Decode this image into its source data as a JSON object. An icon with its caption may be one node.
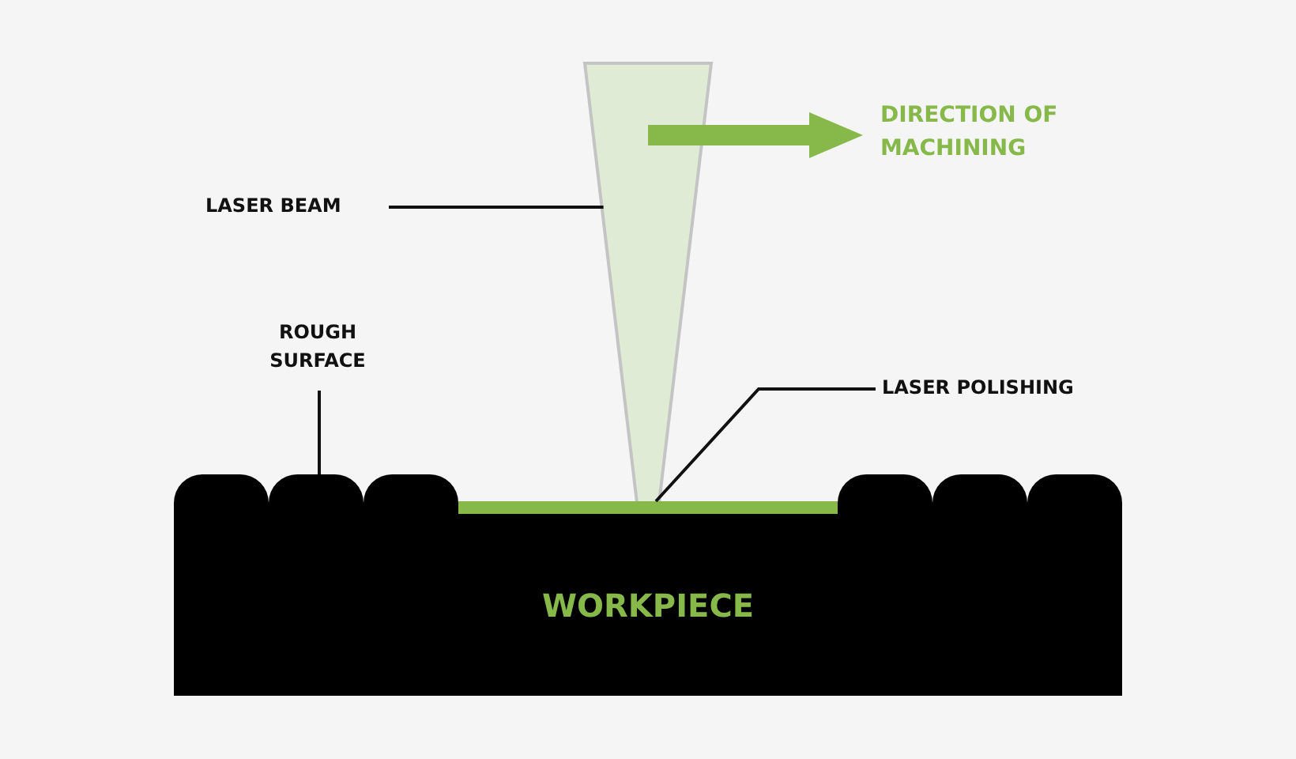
{
  "diagram": {
    "nodes": [
      {
        "text": [
          "LASER BEAM"
        ]
      },
      {
        "text": [],
        "shape": "triangle"
      },
      {
        "text": [
          "ROUGH SURFACE"
        ]
      },
      {
        "text": [],
        "shape": "bump"
      },
      {
        "text": [],
        "shape": "bump"
      },
      {
        "text": [],
        "shape": "bump"
      },
      {
        "text": [],
        "shape": "bump"
      },
      {
        "text": [],
        "shape": "bump"
      },
      {
        "text": [],
        "shape": "bump"
      },
      {
        "text": [
          "LASER POLISHING"
        ]
      },
      {
        "text": [],
        "shape": "bar"
      },
      {
        "text": [
          "WORKPIECE"
        ]
      }
    ],
    "edges": [
      {
        "from": 0,
        "to": 1,
        "arrow": "none"
      },
      {
        "from": 2,
        "to": 4,
        "arrow": "none"
      },
      {
        "from": 9,
        "to": 10,
        "arrow": "none"
      }
    ],
    "labels": [
      "DIRECTION OF MACHINING"
    ]
  }
}
